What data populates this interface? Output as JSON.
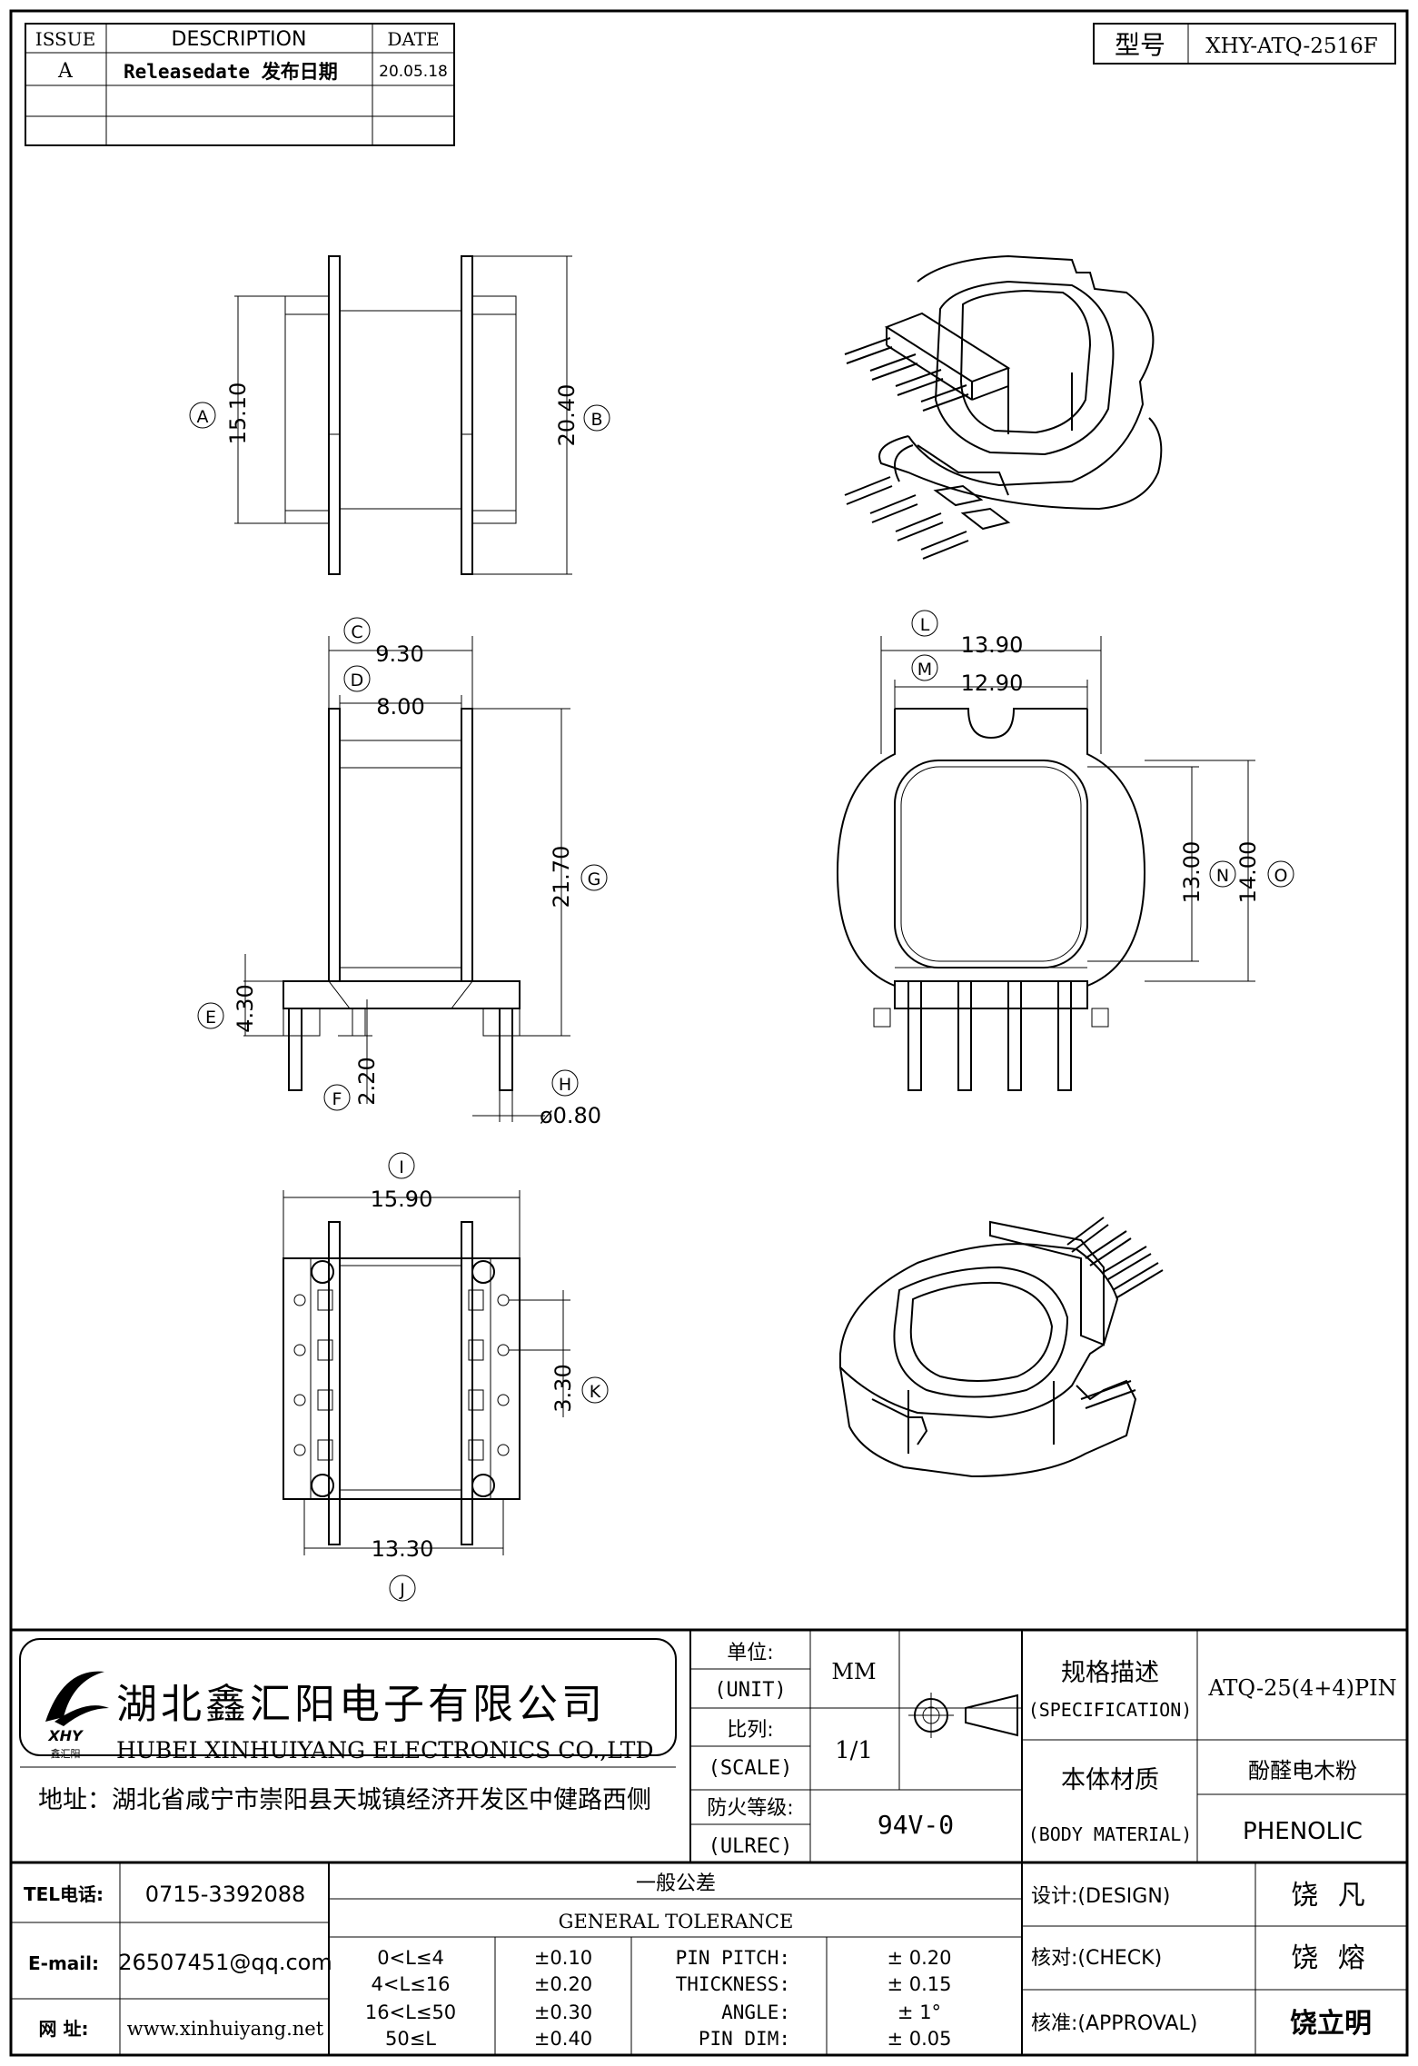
{
  "revision": {
    "headers": [
      "ISSUE",
      "DESCRIPTION",
      "DATE"
    ],
    "rows": [
      {
        "issue": "A",
        "description": "Releasedate 发布日期",
        "date": "20.05.18"
      },
      {
        "issue": "",
        "description": "",
        "date": ""
      },
      {
        "issue": "",
        "description": "",
        "date": ""
      }
    ]
  },
  "model": {
    "label": "型号",
    "value": "XHY-ATQ-2516F"
  },
  "dimensions": {
    "A": "15.10",
    "B": "20.40",
    "C": "9.30",
    "D": "8.00",
    "E": "4.30",
    "F": "2.20",
    "G": "21.70",
    "H": "ø0.80",
    "I": "15.90",
    "J": "13.30",
    "K": "3.30",
    "L": "13.90",
    "M": "12.90",
    "N": "13.00",
    "O": "14.00"
  },
  "company": {
    "name_cn": "湖北鑫汇阳电子有限公司",
    "name_en": "HUBEI XINHUIYANG ELECTRONICS CO.,LTD",
    "address": "地址：湖北省咸宁市崇阳县天城镇经济开发区中健路西侧",
    "logo_text": "XHY",
    "logo_sub": "鑫汇阳"
  },
  "contact": {
    "tel_label": "TEL电话:",
    "tel": "0715-3392088",
    "email_label": "E-mail:",
    "email": "26507451@qq.com",
    "web_label": "网 址:",
    "web": "www.xinhuiyang.net"
  },
  "spec": {
    "unit_cn": "单位:",
    "unit_en": "(UNIT)",
    "unit_value": "MM",
    "scale_cn": "比列:",
    "scale_en": "(SCALE)",
    "scale_value": "1/1",
    "ul_cn": "防火等级:",
    "ul_en": "(ULREC)",
    "ul_value": "94V-0",
    "spec_cn": "规格描述",
    "spec_en": "(SPECIFICATION)",
    "spec_value": "ATQ-25(4+4)PIN",
    "material_cn": "本体材质",
    "material_en": "(BODY MATERIAL)",
    "material_value_cn": "酚醛电木粉",
    "material_value_en": "PHENOLIC"
  },
  "tolerance": {
    "title_cn": "一般公差",
    "title_en": "GENERAL TOLERANCE",
    "ranges": [
      {
        "range": "0<L≤4",
        "tol": "±0.10"
      },
      {
        "range": "4<L≤16",
        "tol": "±0.20"
      },
      {
        "range": "16<L≤50",
        "tol": "±0.30"
      },
      {
        "range": "50≤L",
        "tol": "±0.40"
      }
    ],
    "other": [
      {
        "label": "PIN PITCH:",
        "value": "± 0.20"
      },
      {
        "label": "THICKNESS:",
        "value": "± 0.15"
      },
      {
        "label": "ANGLE:",
        "value": "± 1°"
      },
      {
        "label": "PIN DIM:",
        "value": "± 0.05"
      }
    ]
  },
  "signoff": {
    "design_label": "设计:(DESIGN)",
    "design_name": "饶 凡",
    "check_label": "核对:(CHECK)",
    "check_name": "饶 熔",
    "approval_label": "核准:(APPROVAL)",
    "approval_name": "饶立明"
  }
}
